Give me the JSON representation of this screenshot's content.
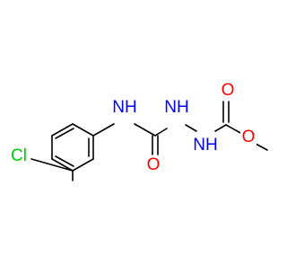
{
  "molecule": {
    "atom_labels": {
      "nh1": {
        "text": "NH",
        "color": "#0000ff"
      },
      "nh2": {
        "text": "NH",
        "color": "#0000ff"
      },
      "nh3": {
        "text": "NH",
        "color": "#0000ff"
      },
      "o1": {
        "text": "O",
        "color": "#ff0000"
      },
      "o2": {
        "text": "O",
        "color": "#ff0000"
      },
      "o3": {
        "text": "O",
        "color": "#ff0000"
      },
      "cl": {
        "text": "Cl",
        "color": "#00cc00"
      }
    },
    "bond_color": "#000000"
  }
}
